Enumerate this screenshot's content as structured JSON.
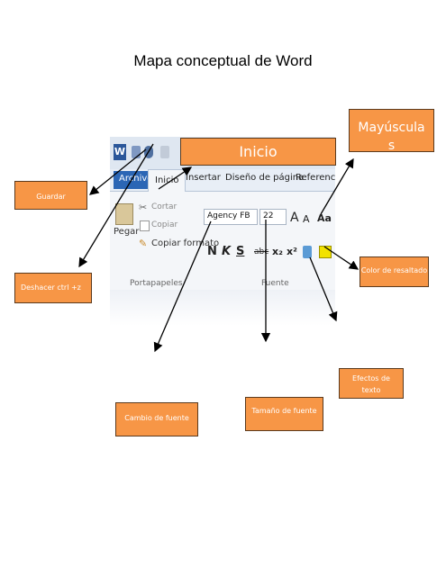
{
  "title": "Mapa conceptual de Word",
  "labels": {
    "guardar": "Guardar",
    "deshacer": "Deshacer ctrl +z",
    "mayuscula_1": "Mayúscula",
    "mayuscula_2": "s",
    "inicio": "Inicio",
    "color_resaltado": "Color de resaltado",
    "efectos_1": "Efectos de",
    "efectos_2": "texto",
    "tamano_fuente": "Tamaño de fuente",
    "cambio_fuente": "Cambio de fuente"
  },
  "ribbon": {
    "app_icon": "W",
    "tabs": [
      "Archivo",
      "Inicio",
      "Insertar",
      "Diseño de página",
      "Referencias"
    ],
    "clipboard": {
      "paste": "Pegar",
      "cut": "Cortar",
      "copy": "Copiar",
      "format": "Copiar formato",
      "group": "Portapapeles"
    },
    "font": {
      "name": "Agency FB",
      "size": "22",
      "grow": "A",
      "shrink": "A",
      "case": "Aa",
      "group": "Fuente"
    },
    "format_buttons": [
      "N",
      "K",
      "S",
      "abc",
      "x₂",
      "x²"
    ]
  },
  "colors": {
    "box_fill": "#f79646",
    "box_border": "#5a3a1e",
    "tab_file": "#2b66b5"
  },
  "icons": [
    "scissors-icon",
    "copy-icon",
    "paintbrush-icon",
    "paste-icon",
    "highlighter-icon",
    "text-effects-icon"
  ]
}
